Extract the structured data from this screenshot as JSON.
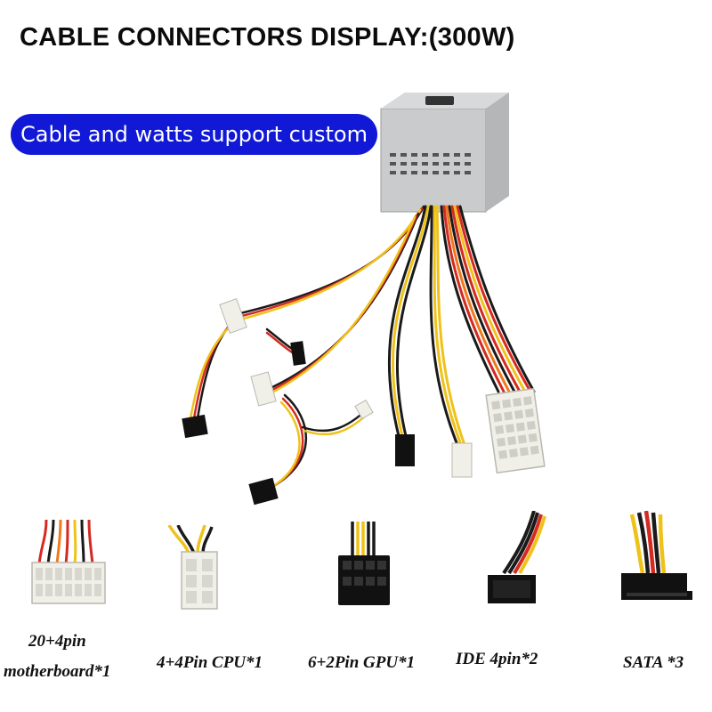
{
  "title": "CABLE CONNECTORS DISPLAY:(300W)",
  "badge": "Cable and watts support custom",
  "colors": {
    "badge": "#1219d6",
    "psu_case": "#c6c8c9",
    "wire_red": "#d42a22",
    "wire_yellow": "#efc21a",
    "wire_black": "#1a1a1a",
    "wire_orange": "#ee7a1c",
    "connector_white": "#efefe8",
    "connector_black": "#111111"
  },
  "connectors": [
    {
      "id": "motherboard",
      "caption_line1": "20+4pin",
      "caption_line2": "motherboard*1",
      "icon": "atx-24pin-connector-icon"
    },
    {
      "id": "cpu",
      "caption": "4+4Pin CPU*1",
      "icon": "cpu-8pin-connector-icon"
    },
    {
      "id": "gpu",
      "caption": "6+2Pin GPU*1",
      "icon": "gpu-8pin-connector-icon"
    },
    {
      "id": "ide",
      "caption": "IDE 4pin*2",
      "icon": "molex-connector-icon"
    },
    {
      "id": "sata",
      "caption": "SATA *3",
      "icon": "sata-connector-icon"
    }
  ]
}
